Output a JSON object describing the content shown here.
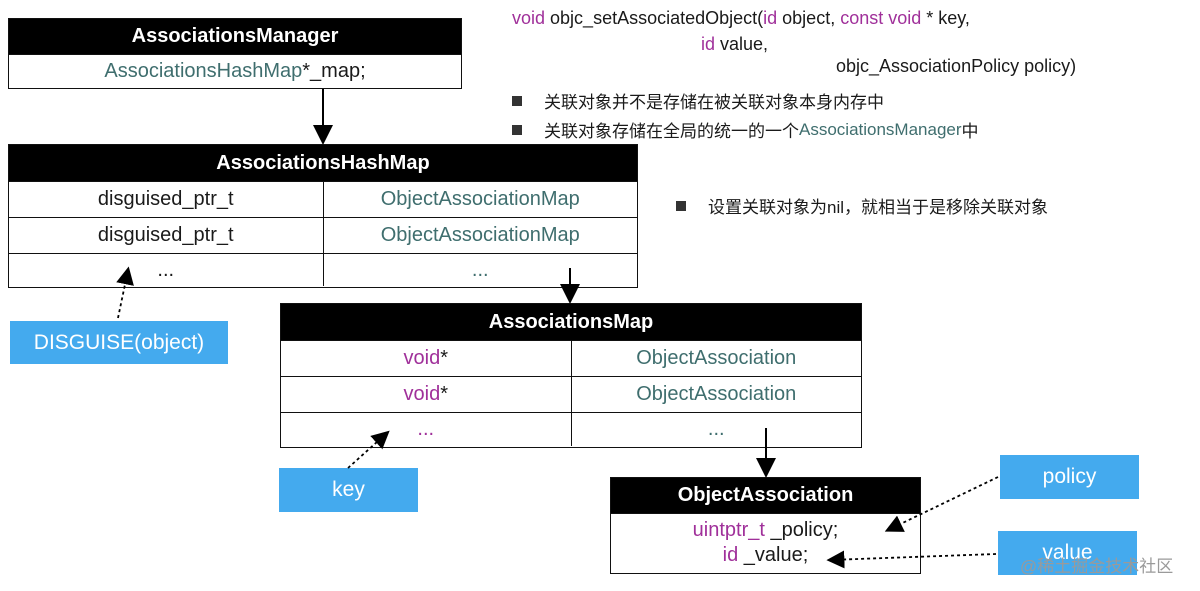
{
  "signature": {
    "kw_void": "void",
    "func": " objc_setAssociatedObject(",
    "kw_id1": "id",
    "arg_object": " object, ",
    "kw_const_void": "const void",
    "arg_key": " * key,",
    "kw_id2": "id",
    "arg_value": " value,",
    "arg_policy": "objc_AssociationPolicy policy)"
  },
  "bullets": {
    "b1": "关联对象并不是存储在被关联对象本身内存中",
    "b2_prefix": "关联对象存储在全局的统一的一个",
    "b2_highlight": "AssociationsManager",
    "b2_suffix": "中",
    "b3": "设置关联对象为nil，就相当于是移除关联对象"
  },
  "manager": {
    "title": "AssociationsManager",
    "field_type": "AssociationsHashMap",
    "field_name": " *_map;"
  },
  "hashmap": {
    "title": "AssociationsHashMap",
    "rows": [
      {
        "key": "disguised_ptr_t",
        "value": "ObjectAssociationMap"
      },
      {
        "key": "disguised_ptr_t",
        "value": "ObjectAssociationMap"
      },
      {
        "key": "...",
        "value": "..."
      }
    ]
  },
  "assocmap": {
    "title": "AssociationsMap",
    "rows": [
      {
        "key_kw": "void",
        "key_rest": " *",
        "value": "ObjectAssociation"
      },
      {
        "key_kw": "void",
        "key_rest": " *",
        "value": "ObjectAssociation"
      },
      {
        "key_kw": "",
        "key_rest": "...",
        "value": "..."
      }
    ]
  },
  "objassoc": {
    "title": "ObjectAssociation",
    "f1_type": "uintptr_t",
    "f1_name": " _policy;",
    "f2_type": "id",
    "f2_name": " _value;"
  },
  "tags": {
    "disguise": "DISGUISE(object)",
    "key": "key",
    "policy": "policy",
    "value": "value"
  },
  "watermark": "@稀土掘金技术社区",
  "colors": {
    "tag_bg": "#44aaee",
    "keyword": "#a0309a",
    "type": "#3f6e6e"
  }
}
